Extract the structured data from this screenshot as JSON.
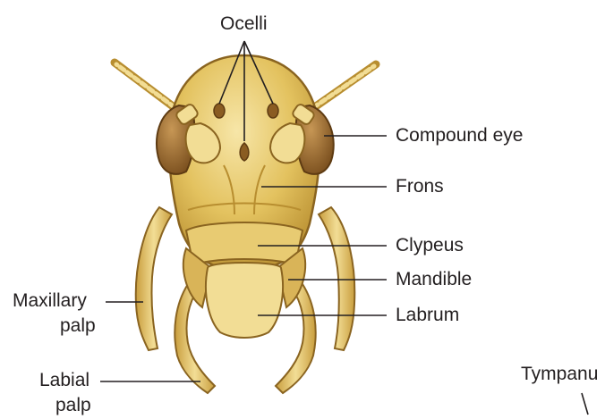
{
  "labels": {
    "ocelli": "Ocelli",
    "compound_eye": "Compound eye",
    "frons": "Frons",
    "clypeus": "Clypeus",
    "mandible": "Mandible",
    "labrum": "Labrum",
    "maxillary_palp_line1": "Maxillary",
    "maxillary_palp_line2": "palp",
    "labial_palp_line1": "Labial",
    "labial_palp_line2": "palp",
    "tympanum_partial": "Tympanu"
  },
  "colors": {
    "head_fill": "#e3c25f",
    "head_light": "#f2dd95",
    "head_dark": "#b88e30",
    "outline": "#8a6420",
    "eye_fill": "#9a6a2c",
    "leader_line": "#231f20",
    "text": "#231f20"
  }
}
